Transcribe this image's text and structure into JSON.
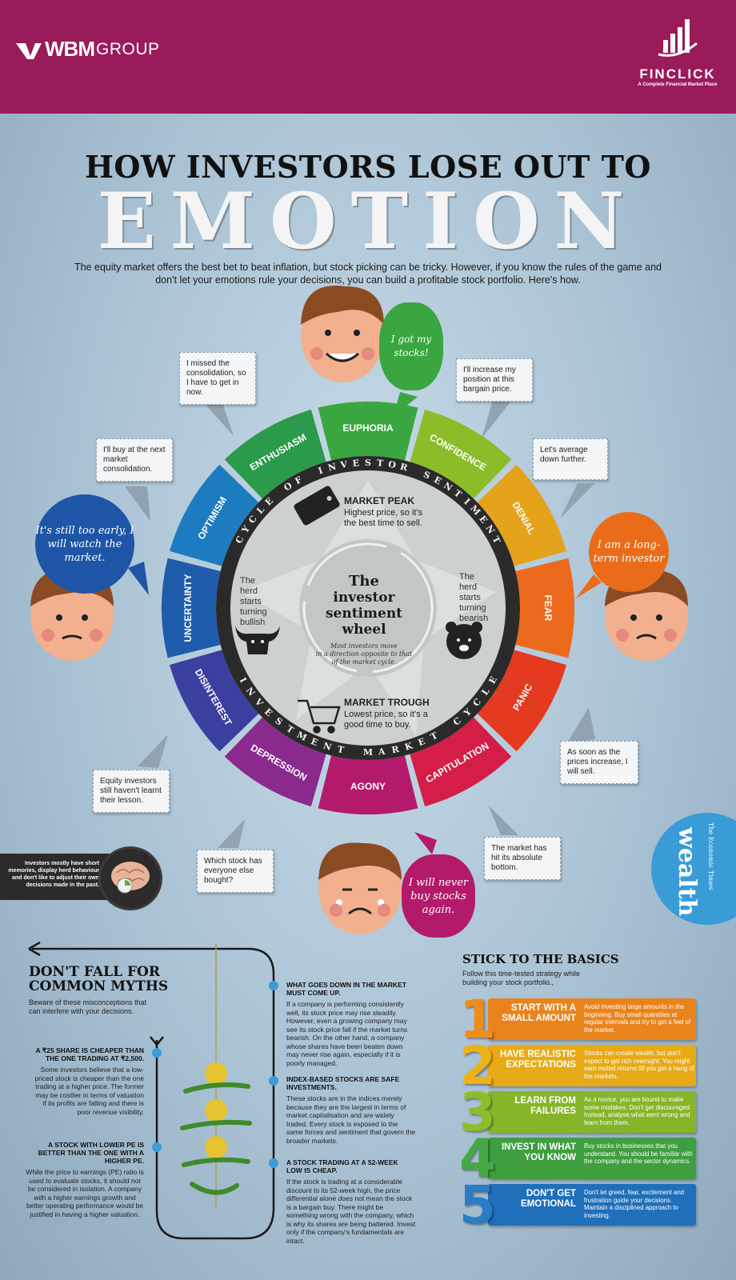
{
  "header": {
    "left_logo": {
      "bold": "WBM",
      "regular": "GROUP"
    },
    "right_logo": {
      "brand": "FINCLICK",
      "tagline": "A Complete Financial Market Place"
    }
  },
  "title": {
    "line1": "HOW INVESTORS LOSE OUT TO",
    "line2": "EMOTION",
    "intro": "The equity market offers the best bet to beat inflation, but stock picking can be tricky. However, if you know the rules of the game and don't let your emotions rule your decisions, you can build a profitable stock portfolio. Here's how."
  },
  "wheel": {
    "ring_title_top": "CYCLE OF INVESTOR SENTIMENT",
    "ring_title_bottom": "INVESTMENT MARKET CYCLE",
    "stages": [
      "EUPHORIA",
      "CONFIDENCE",
      "DENIAL",
      "FEAR",
      "PANIC",
      "CAPITULATION",
      "AGONY",
      "DEPRESSION",
      "DISINTEREST",
      "UNCERTAINTY",
      "OPTIMISM",
      "ENTHUSIASM"
    ],
    "stage_colors": [
      "#3aa63f",
      "#8cbd28",
      "#e5a21b",
      "#ec6a1d",
      "#e43a1f",
      "#d51e47",
      "#b41a6b",
      "#8a2a8c",
      "#3b3fa0",
      "#1f5dac",
      "#1d7cc0",
      "#2b9a4a"
    ],
    "peak_title": "MARKET PEAK",
    "peak_text": [
      "Highest price, so it's",
      "the best time to sell."
    ],
    "trough_title": "MARKET TROUGH",
    "trough_text": [
      "Lowest price, so it's a",
      "good time to buy."
    ],
    "bull_text": [
      "The",
      "herd",
      "starts",
      "turning",
      "bullish"
    ],
    "bear_text": [
      "The",
      "herd",
      "starts",
      "turning",
      "bearish"
    ],
    "center_title": [
      "The",
      "investor",
      "sentiment",
      "wheel"
    ],
    "center_sub": [
      "Most investors move",
      "in a direction opposite to that",
      "of the market cycle."
    ]
  },
  "bubbles": {
    "missed": "I missed the consolidation, so I have to get in now.",
    "buy_next": "I'll buy at the next market consolidation.",
    "increase": "I'll increase my position at this bargain price.",
    "average": "Let's average down further.",
    "soon": "As soon as the prices increase, I will sell.",
    "bottom": "The market has hit its absolute bottom.",
    "which": "Which stock has everyone else bought?",
    "lesson": "Equity investors still haven't learnt their lesson."
  },
  "speech": {
    "got": "I got my stocks!",
    "early": "It's still too early, I will watch the market.",
    "long": "I am a long-term investor",
    "never": "I will never buy stocks again."
  },
  "brain_note": "Investors mostly have short memories, display herd behaviour and don't like to adjust their own decisions made in the past.",
  "wealth_badge": {
    "publisher": "The Economic Times",
    "name": "wealth"
  },
  "myths": {
    "title": [
      "DON'T FALL FOR",
      "COMMON MYTHS"
    ],
    "subtitle": "Beware of these misconceptions that can interfere with your decisions.",
    "items": [
      {
        "heading": "A ₹25 SHARE IS CHEAPER THAN THE ONE TRADING AT ₹2,500.",
        "text": "Some investors believe that a low-priced stock is cheaper than the one trading at a higher price. The former may be costlier in terms of valuation if its profits are falling and there is poor revenue visibility."
      },
      {
        "heading": "A STOCK WITH LOWER PE IS BETTER THAN THE ONE WITH A HIGHER PE.",
        "text": "While the price to earnings (PE) ratio is used to evaluate stocks, it should not be considered in isolation. A company with a higher earnings growth and better operating performance would be justified in having a higher valuation."
      },
      {
        "heading": "WHAT GOES DOWN IN THE MARKET MUST COME UP.",
        "text": "If a company is performing consistently well, its stock price may rise steadily. However, even a growing company may see its stock price fall if the market turns bearish. On the other hand, a company whose shares have been beaten down may never rise again, especially if it is poorly managed."
      },
      {
        "heading": "INDEX-BASED STOCKS ARE SAFE INVESTMENTS.",
        "text": "These stocks are in the indices merely because they are the largest in terms of market capitalisation and are widely traded. Every stock is exposed to the same forces and sentiment that govern the broader markets."
      },
      {
        "heading": "A STOCK TRADING AT A 52-WEEK LOW IS CHEAP.",
        "text": "If the stock is trading at a considerable discount to its 52-week high, the price differential alone does not mean the stock is a bargain buy. There might be something wrong with the company, which is why its shares are being battered. Invest only if the company's fundamentals are intact."
      }
    ]
  },
  "basics": {
    "title": "STICK TO THE BASICS",
    "subtitle": "Follow this time-tested strategy while building your stock portfolio.,",
    "items": [
      {
        "num": "1",
        "title": "START WITH A SMALL AMOUNT",
        "text": "Avoid investing large amounts in the beginning. Buy small quantities at regular intervals and try to get a feel of the market.",
        "color": "#e9841c",
        "num_color": "#f08c1a"
      },
      {
        "num": "2",
        "title": "HAVE REALISTIC EXPECTATIONS",
        "text": "Stocks can create wealth, but don't expect to get rich overnight. You might earn muted returns till you get a hang of the markets.",
        "color": "#e7aa16",
        "num_color": "#edb21a"
      },
      {
        "num": "3",
        "title": "LEARN FROM FAILURES",
        "text": "As a novice, you are bound to make some mistakes. Don't get discouraged. Instead, analyse what went wrong and learn from them.",
        "color": "#86b52a",
        "num_color": "#8fbd2a"
      },
      {
        "num": "4",
        "title": "INVEST IN WHAT YOU KNOW",
        "text": "Buy stocks in businesses that you understand. You should be familiar with the company and the sector dynamics.",
        "color": "#3f9e3f",
        "num_color": "#46a844"
      },
      {
        "num": "5",
        "title": "DON'T GET EMOTIONAL",
        "text": "Don't let greed, fear, excitement and frustration guide your decisions. Maintain a disciplined approach to investing.",
        "color": "#1f6fba",
        "num_color": "#2a7cc6"
      }
    ]
  }
}
